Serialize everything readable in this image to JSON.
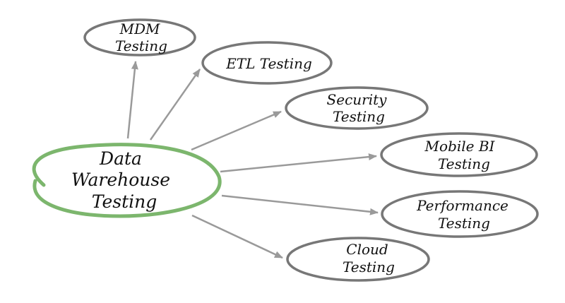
{
  "diagram": {
    "center": {
      "lines": [
        "Data",
        "Warehouse",
        "Testing"
      ],
      "color": "#7cb66d"
    },
    "nodes": [
      {
        "id": "mdm",
        "lines": [
          "MDM",
          "Testing"
        ]
      },
      {
        "id": "etl",
        "lines": [
          "ETL Testing"
        ]
      },
      {
        "id": "security",
        "lines": [
          "Security",
          "Testing"
        ]
      },
      {
        "id": "mobile-bi",
        "lines": [
          "Mobile BI",
          "Testing"
        ]
      },
      {
        "id": "performance",
        "lines": [
          "Performance",
          "Testing"
        ]
      },
      {
        "id": "cloud",
        "lines": [
          "Cloud",
          "Testing"
        ]
      }
    ],
    "node_stroke_color": "#777777",
    "arrow_color": "#9a9a9a"
  }
}
